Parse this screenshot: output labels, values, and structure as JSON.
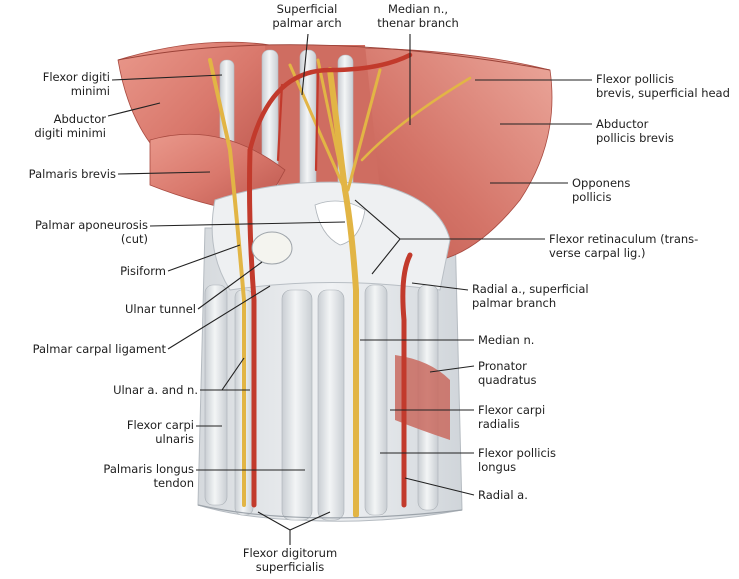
{
  "labels": {
    "superficial_palmar_arch": "Superficial\npalmar arch",
    "median_thenar_branch": "Median n.,\nthenar branch",
    "flexor_digiti_minimi": "Flexor digiti\nminimi",
    "abductor_digiti_minimi": "Abductor\ndigiti minimi",
    "palmaris_brevis": "Palmaris brevis",
    "palmar_aponeurosis": "Palmar aponeurosis\n(cut)",
    "pisiform": "Pisiform",
    "ulnar_tunnel": "Ulnar tunnel",
    "palmar_carpal_ligament": "Palmar carpal ligament",
    "ulnar_a_and_n": "Ulnar a. and n.",
    "flexor_carpi_ulnaris": "Flexor carpi\nulnaris",
    "palmaris_longus_tendon": "Palmaris longus\ntendon",
    "flexor_digitorum_superficialis": "Flexor digitorum\nsuperficialis",
    "flexor_pollicis_brevis": "Flexor pollicis\nbrevis, superficial head",
    "abductor_pollicis_brevis": "Abductor\npollicis brevis",
    "opponens_pollicis": "Opponens\npollicis",
    "flexor_retinaculum": "Flexor retinaculum (trans-\nverse carpal lig.)",
    "radial_a_superficial_palmar_branch": "Radial a., superficial\npalmar branch",
    "median_n": "Median n.",
    "pronator_quadratus": "Pronator\nquadratus",
    "flexor_carpi_radialis": "Flexor carpi\nradialis",
    "flexor_pollicis_longus": "Flexor pollicis\nlongus",
    "radial_a": "Radial a."
  },
  "colors": {
    "muscle": "#d9786c",
    "muscle_dark": "#b9534a",
    "muscle_light": "#eba79b",
    "tendon": "#e9ecee",
    "tendon_shade": "#c9ced3",
    "nerve": "#e2b545",
    "artery": "#c23a2c",
    "leader": "#222222"
  }
}
